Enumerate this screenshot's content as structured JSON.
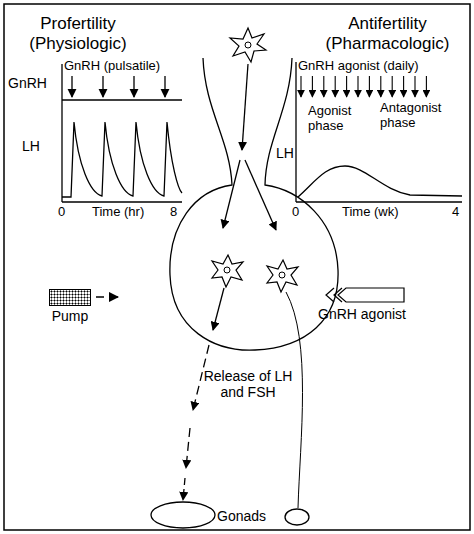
{
  "diagram": {
    "nodes": [
      {
        "text": [
          "Pump"
        ]
      },
      {
        "text": [
          "GnRH agonist"
        ]
      }
    ],
    "labels": [
      "Profertility (Physiologic)",
      "GnRH",
      "GnRH (pulsatile)",
      "LH",
      "0",
      "Time (hr)",
      "8",
      "Antifertility (Pharmacologic)",
      "GnRH agonist (daily)",
      "LH",
      "Agonist phase",
      "Antagonist phase",
      "0",
      "Time (wk)",
      "4",
      "Release of LH and FSH",
      "Gonads"
    ]
  }
}
